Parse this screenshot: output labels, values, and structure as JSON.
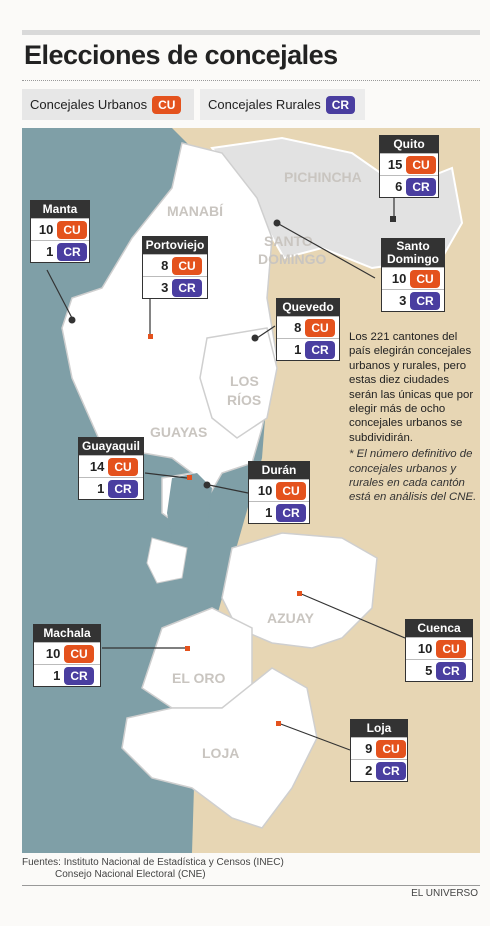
{
  "title": "Elecciones de concejales",
  "legend": {
    "urban_label": "Concejales Urbanos",
    "urban_code": "CU",
    "rural_label": "Concejales Rurales",
    "rural_code": "CR"
  },
  "map_labels": {
    "pichincha": "PICHINCHA",
    "manabi": "MANABÍ",
    "santo_domingo_1": "SANTO",
    "santo_domingo_2": "DOMINGO",
    "los_rios_1": "LOS",
    "los_rios_2": "RÍOS",
    "guayas": "GUAYAS",
    "azuay": "AZUAY",
    "el_oro": "EL ORO",
    "loja": "LOJA"
  },
  "cities": [
    {
      "name": "Quito",
      "cu": "15",
      "cr": "6"
    },
    {
      "name": "Manta",
      "cu": "10",
      "cr": "1"
    },
    {
      "name": "Portoviejo",
      "cu": "8",
      "cr": "3"
    },
    {
      "name": "Santo Domingo",
      "cu": "10",
      "cr": "3"
    },
    {
      "name": "Quevedo",
      "cu": "8",
      "cr": "1"
    },
    {
      "name": "Guayaquil",
      "cu": "14",
      "cr": "1"
    },
    {
      "name": "Durán",
      "cu": "10",
      "cr": "1"
    },
    {
      "name": "Cuenca",
      "cu": "10",
      "cr": "5"
    },
    {
      "name": "Machala",
      "cu": "10",
      "cr": "1"
    },
    {
      "name": "Loja",
      "cu": "9",
      "cr": "2"
    }
  ],
  "note": {
    "text": "Los 221 cantones del país elegirán concejales urbanos y rurales, pero estas diez ciudades serán las únicas que por elegir más de ocho concejales urbanos se subdividirán.",
    "footnote": "* El número definitivo de concejales urbanos y rurales en cada cantón está en análisis del CNE."
  },
  "sources": {
    "line1": "Fuentes: Instituto Nacional de Estadística y Censos (INEC)",
    "line2": "Consejo Nacional Electoral (CNE)"
  },
  "credit": "EL UNIVERSO",
  "colors": {
    "cu": "#e4521d",
    "cr": "#4a3ea0",
    "sea": "#7f9fa7",
    "land": "#ffffff",
    "outside": "#e7d6b4",
    "highlight": "#e2e2e2"
  }
}
